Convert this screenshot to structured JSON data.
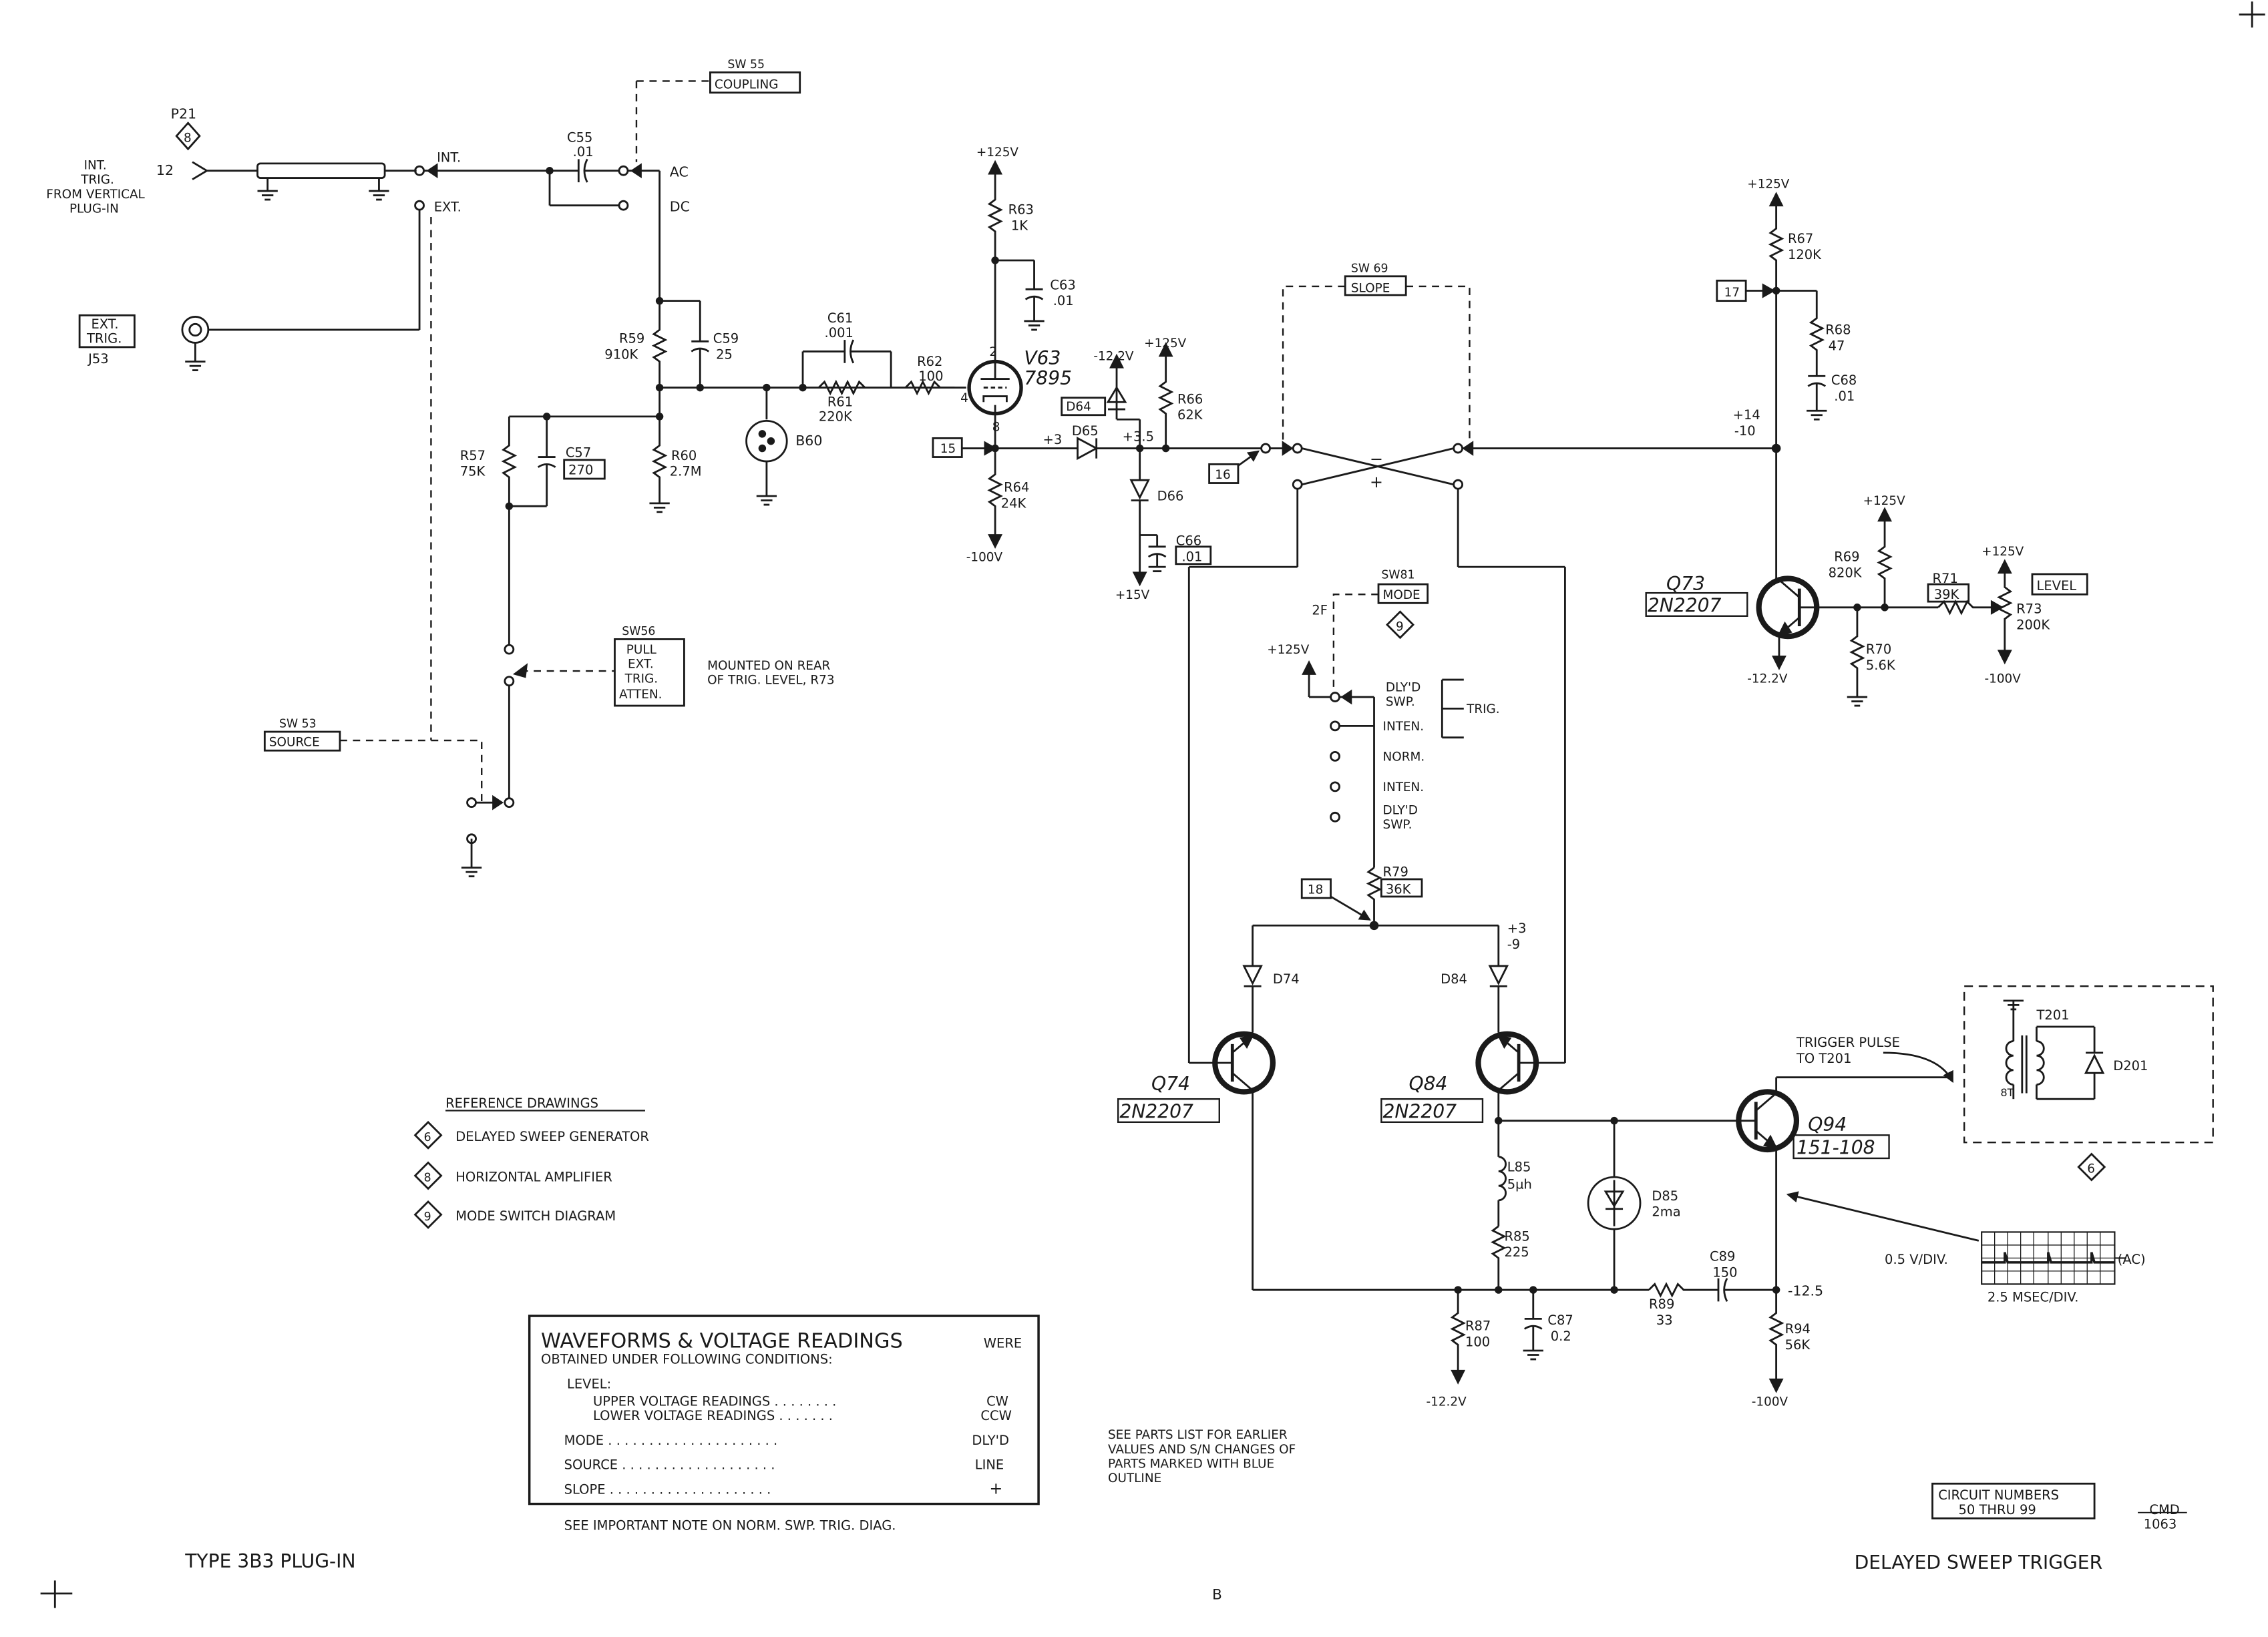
{
  "labels": {
    "p21": "P21",
    "p21_ref": "8",
    "int_trig_1": "INT.",
    "int_trig_2": "TRIG.",
    "int_trig_3": "FROM VERTICAL",
    "int_trig_4": "PLUG-IN",
    "pin12": "12",
    "int": "INT.",
    "ext": "EXT.",
    "ext_trig_1": "EXT.",
    "ext_trig_2": "TRIG.",
    "j53": "J53",
    "sw55": "SW 55",
    "coupling": "COUPLING",
    "c55": "C55",
    "c55_val": ".01",
    "ac": "AC",
    "dc": "DC",
    "r59": "R59",
    "r59_val": "910K",
    "c59": "C59",
    "c59_val": "25",
    "c61": "C61",
    "c61_val": ".001",
    "r61": "R61",
    "r61_val": "220K",
    "r62": "R62",
    "r62_val": "100",
    "b60": "B60",
    "r57": "R57",
    "r57_val": "75K",
    "c57": "C57",
    "c57_val": "270",
    "r60": "R60",
    "r60_val": "2.7M",
    "sw56": "SW56",
    "sw56_1": "PULL",
    "sw56_2": "EXT.",
    "sw56_3": "TRIG.",
    "sw56_4": "ATTEN.",
    "mounted_1": "MOUNTED ON REAR",
    "mounted_2": "OF TRIG. LEVEL, R73",
    "sw53": "SW 53",
    "source": "SOURCE",
    "v125_a": "+125V",
    "r63": "R63",
    "r63_val": "1K",
    "c63": "C63",
    "c63_val": ".01",
    "v63": "V63",
    "v63_type": "7895",
    "pin2": "2",
    "pin4": "4",
    "pin8": "8",
    "node15": "15",
    "r64": "R64",
    "r64_val": "24K",
    "v100_a": "-100V",
    "v12_a": "-12.2V",
    "d64": "D64",
    "d65": "D65",
    "plus3": "+3",
    "plus35": "+3.5",
    "v125_b": "+125V",
    "r66": "R66",
    "r66_val": "62K",
    "d66": "D66",
    "c66": "C66",
    "c66_val": ".01",
    "v15": "+15V",
    "node16": "16",
    "sw69": "SW 69",
    "slope": "SLOPE",
    "minus": "−",
    "plus": "+",
    "sw81": "SW81",
    "mode": "MODE",
    "sw81_ref": "9",
    "pos_2f": "2F",
    "v125_c": "+125V",
    "dlyd_1": "DLY'D",
    "dlyd_2": "SWP.",
    "inten_1": "INTEN.",
    "trig": "TRIG.",
    "norm": "NORM.",
    "inten_2": "INTEN.",
    "dlyd_3": "DLY'D",
    "dlyd_4": "SWP.",
    "r79": "R79",
    "r79_val": "36K",
    "node18": "18",
    "v_p3": "+3",
    "v_m9": "-9",
    "d74": "D74",
    "d84": "D84",
    "q74": "Q74",
    "q74_type": "2N2207",
    "q84": "Q84",
    "q84_type": "2N2207",
    "l85": "L85",
    "l85_val": "5µh",
    "r85": "R85",
    "r85_val": "225",
    "d85": "D85",
    "d85_val": "2ma",
    "r87": "R87",
    "r87_val": "100",
    "v12_b": "-12.2V",
    "c87": "C87",
    "c87_val": "0.2",
    "r89": "R89",
    "r89_val": "33",
    "c89": "C89",
    "c89_val": "150",
    "v125": "-12.5",
    "r94": "R94",
    "r94_val": "56K",
    "v100_b": "-100V",
    "q94": "Q94",
    "q94_type": "151-108",
    "trigger_pulse_1": "TRIGGER PULSE",
    "trigger_pulse_2": "TO T201",
    "t201": "T201",
    "d201": "D201",
    "pin8t": "8T",
    "box_ref": "6",
    "wave_vdiv": "0.5 V/DIV.",
    "wave_ac": "(AC)",
    "wave_time": "2.5 MSEC/DIV.",
    "v125_d": "+125V",
    "r67": "R67",
    "r67_val": "120K",
    "node17": "17",
    "r68": "R68",
    "r68_val": "47",
    "c68": "C68",
    "c68_val": ".01",
    "v_p14": "+14",
    "v_m10": "-10",
    "q73": "Q73",
    "q73_type": "2N2207",
    "v12_c": "-12.2V",
    "v125_e": "+125V",
    "r69": "R69",
    "r69_val": "820K",
    "r71": "R71",
    "r71_val": "39K",
    "v125_f": "+125V",
    "r73": "R73",
    "r73_val": "200K",
    "level": "LEVEL",
    "r70": "R70",
    "r70_val": "5.6K",
    "v100_c": "-100V"
  },
  "reference": {
    "title": "REFERENCE DRAWINGS",
    "items": [
      {
        "num": "6",
        "label": "DELAYED SWEEP GENERATOR"
      },
      {
        "num": "8",
        "label": "HORIZONTAL AMPLIFIER"
      },
      {
        "num": "9",
        "label": "MODE SWITCH DIAGRAM"
      }
    ]
  },
  "conditions": {
    "title": "WAVEFORMS & VOLTAGE READINGS",
    "title_were": "WERE",
    "subtitle": "OBTAINED UNDER FOLLOWING CONDITIONS:",
    "level": "LEVEL:",
    "rows": [
      {
        "label": "UPPER VOLTAGE READINGS . . . . . . . .",
        "value": "CW"
      },
      {
        "label": "LOWER VOLTAGE READINGS . . . . . . .",
        "value": "CCW"
      },
      {
        "label": "MODE . . . . . . . . . . . . . . . . . . . . .",
        "value": "DLY'D"
      },
      {
        "label": "SOURCE . . . . . . . . . . . . . . . . . . .",
        "value": "LINE"
      },
      {
        "label": "SLOPE . . . . . . . . . . . . . . . . . . . .",
        "value": "+"
      }
    ],
    "note": "SEE IMPORTANT NOTE ON NORM. SWP. TRIG. DIAG."
  },
  "parts_note": [
    "SEE PARTS LIST FOR EARLIER",
    "VALUES AND S/N CHANGES OF",
    "PARTS MARKED WITH BLUE",
    "OUTLINE"
  ],
  "circuit_numbers": {
    "line1": "CIRCUIT NUMBERS",
    "line2": "50 THRU 99"
  },
  "cmd": {
    "line1": "CMD",
    "line2": "1063"
  },
  "footer": {
    "left": "TYPE 3B3 PLUG-IN",
    "center": "B",
    "right": "DELAYED SWEEP TRIGGER"
  }
}
